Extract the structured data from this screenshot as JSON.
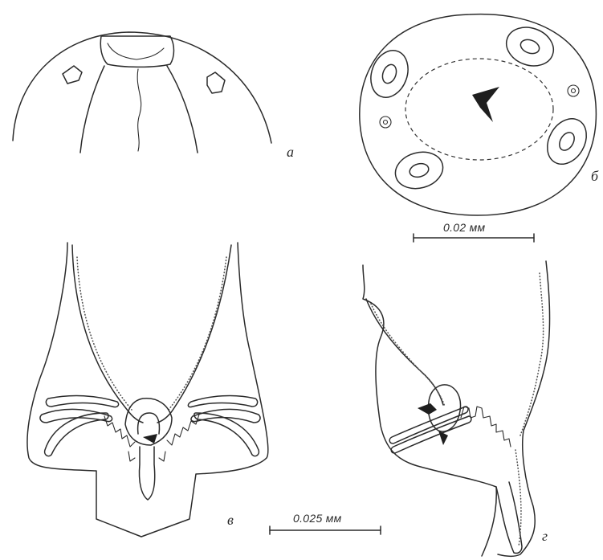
{
  "panels": {
    "a": {
      "label": "а"
    },
    "b": {
      "label": "б"
    },
    "v": {
      "label": "в"
    },
    "g": {
      "label": "г"
    }
  },
  "scale_bars": {
    "upper": {
      "label": "0.02 мм"
    },
    "lower": {
      "label": "0.025 мм"
    }
  },
  "colors": {
    "ink": "#2b2b2b",
    "background": "#ffffff"
  }
}
